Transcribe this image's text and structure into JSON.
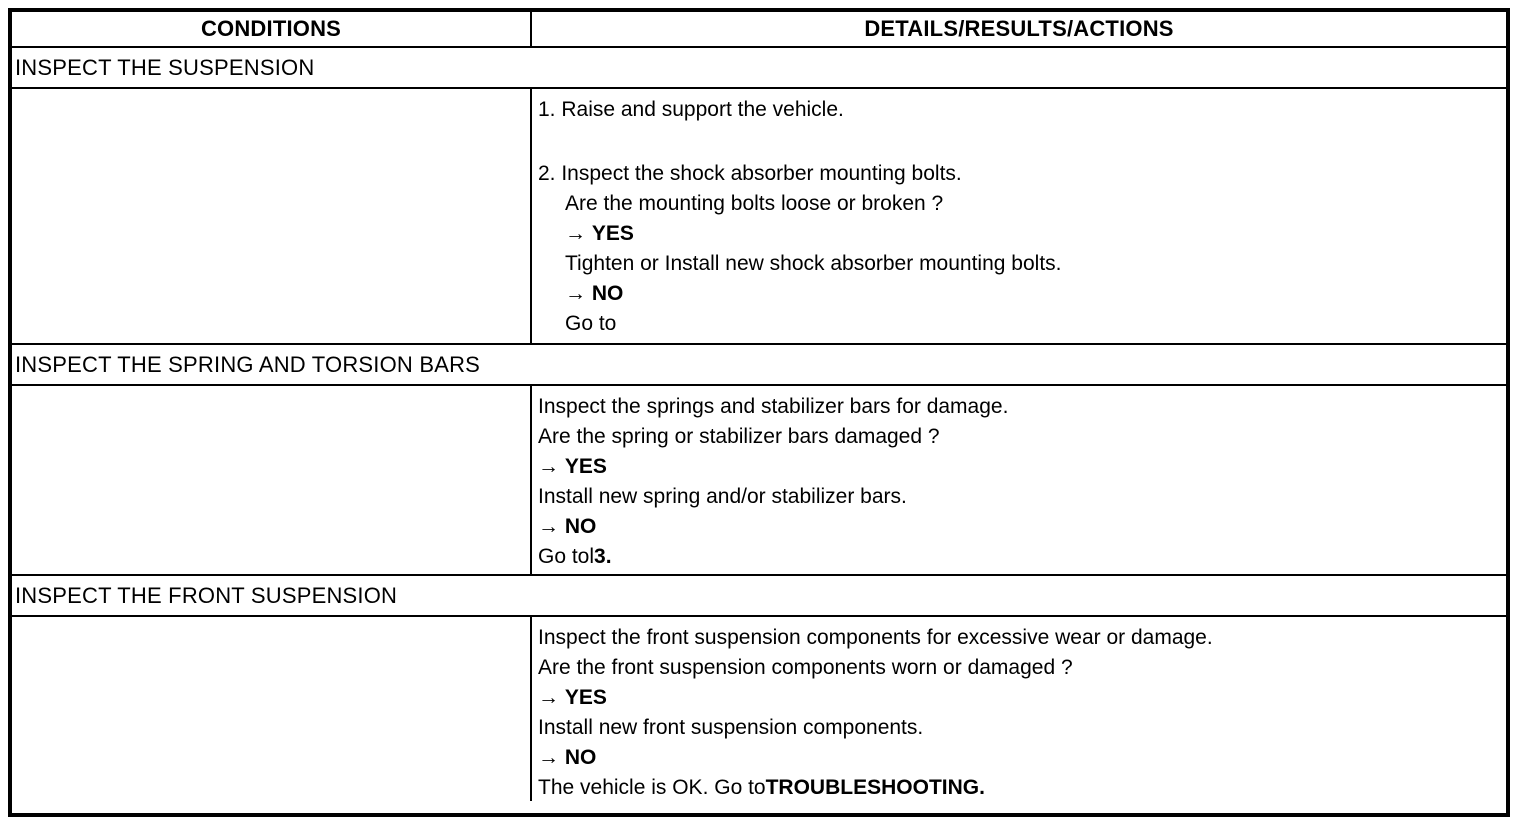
{
  "table": {
    "headers": {
      "conditions": "CONDITIONS",
      "details": "DETAILS/RESULTS/ACTIONS"
    },
    "sections": [
      {
        "title": "INSPECT THE SUSPENSION",
        "lines": [
          {
            "indent": 0,
            "segments": [
              {
                "t": "1. Raise and support the vehicle."
              }
            ]
          },
          {
            "indent": 0,
            "segments": []
          },
          {
            "indent": 0,
            "segments": [
              {
                "t": "2. Inspect the shock absorber mounting bolts."
              }
            ]
          },
          {
            "indent": 1,
            "segments": [
              {
                "t": "Are the mounting bolts loose or broken ?"
              }
            ]
          },
          {
            "indent": 1,
            "segments": [
              {
                "t": "→ "
              },
              {
                "t": "YES",
                "b": true
              }
            ]
          },
          {
            "indent": 1,
            "segments": [
              {
                "t": "Tighten or Install new shock absorber mounting bolts."
              }
            ]
          },
          {
            "indent": 1,
            "segments": [
              {
                "t": "→ "
              },
              {
                "t": "NO",
                "b": true
              }
            ]
          },
          {
            "indent": 1,
            "segments": [
              {
                "t": "Go to"
              }
            ]
          }
        ]
      },
      {
        "title": "INSPECT THE SPRING AND TORSION BARS",
        "lines": [
          {
            "indent": 0,
            "segments": [
              {
                "t": "Inspect the springs and stabilizer bars for damage."
              }
            ]
          },
          {
            "indent": 0,
            "segments": [
              {
                "t": "Are the spring or stabilizer bars damaged ?"
              }
            ]
          },
          {
            "indent": 0,
            "segments": [
              {
                "t": "→ "
              },
              {
                "t": "YES",
                "b": true
              }
            ]
          },
          {
            "indent": 0,
            "segments": [
              {
                "t": "Install new spring and/or stabilizer bars."
              }
            ]
          },
          {
            "indent": 0,
            "segments": [
              {
                "t": "→ "
              },
              {
                "t": "NO",
                "b": true
              }
            ]
          },
          {
            "indent": 0,
            "segments": [
              {
                "t": "Go tol"
              },
              {
                "t": "3.",
                "b": true
              }
            ]
          }
        ]
      },
      {
        "title": "INSPECT THE FRONT SUSPENSION",
        "lines": [
          {
            "indent": 0,
            "segments": [
              {
                "t": "Inspect the front suspension components for excessive wear or damage."
              }
            ]
          },
          {
            "indent": 0,
            "segments": [
              {
                "t": "Are the front suspension components worn or damaged ?"
              }
            ]
          },
          {
            "indent": 0,
            "segments": [
              {
                "t": "→ "
              },
              {
                "t": "YES",
                "b": true
              }
            ]
          },
          {
            "indent": 0,
            "segments": [
              {
                "t": "Install new front suspension components."
              }
            ]
          },
          {
            "indent": 0,
            "segments": [
              {
                "t": "→ "
              },
              {
                "t": "NO",
                "b": true
              }
            ]
          },
          {
            "indent": 0,
            "segments": [
              {
                "t": "The vehicle is OK. Go to"
              },
              {
                "t": "TROUBLESHOOTING.",
                "b": true
              }
            ]
          }
        ]
      }
    ]
  },
  "colors": {
    "border": "#000000",
    "text": "#000000",
    "background": "#ffffff"
  }
}
